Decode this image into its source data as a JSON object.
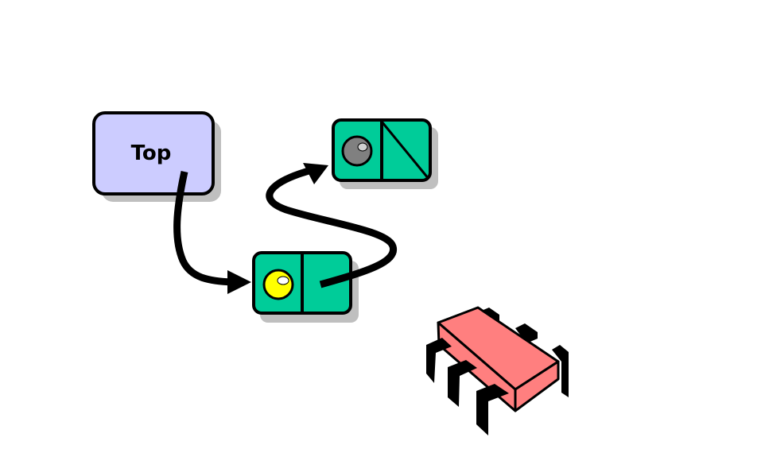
{
  "diagram": {
    "top_node": {
      "label": "Top",
      "fill": "#ccccff"
    },
    "colors": {
      "node_stroke": "#000000",
      "shadow": "#bfbfbf",
      "list_node_fill": "#00cc99",
      "pointer_active": "#ffff00",
      "pointer_null": "#808080",
      "pointer_highlight": "#ffffff",
      "arrow": "#000000",
      "chip_body": "#ff7f7f",
      "chip_pins": "#000000"
    },
    "nodes": [
      {
        "name": "list-node-1",
        "pointer": "active"
      },
      {
        "name": "list-node-2",
        "pointer": "null"
      }
    ],
    "decorations": {
      "chip_icon": "microchip-icon"
    }
  }
}
